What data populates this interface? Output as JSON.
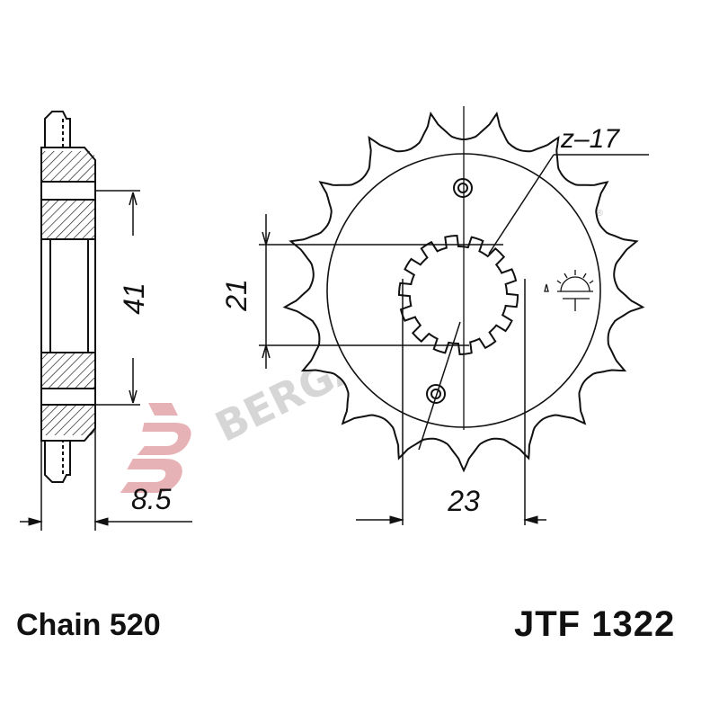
{
  "drawing": {
    "tooth_count_label": "z–17",
    "dim_bore_height": "21",
    "dim_bore_width": "23",
    "dim_hub_diameter": "41",
    "dim_thickness": "8.5"
  },
  "watermark": {
    "brand": "BERGAMASCHI"
  },
  "footer": {
    "chain": "Chain 520",
    "part_number": "JTF 1322"
  },
  "colors": {
    "line": "#111111",
    "watermark_text": "#cfcfcf",
    "watermark_logo": "#e3a4a9"
  }
}
